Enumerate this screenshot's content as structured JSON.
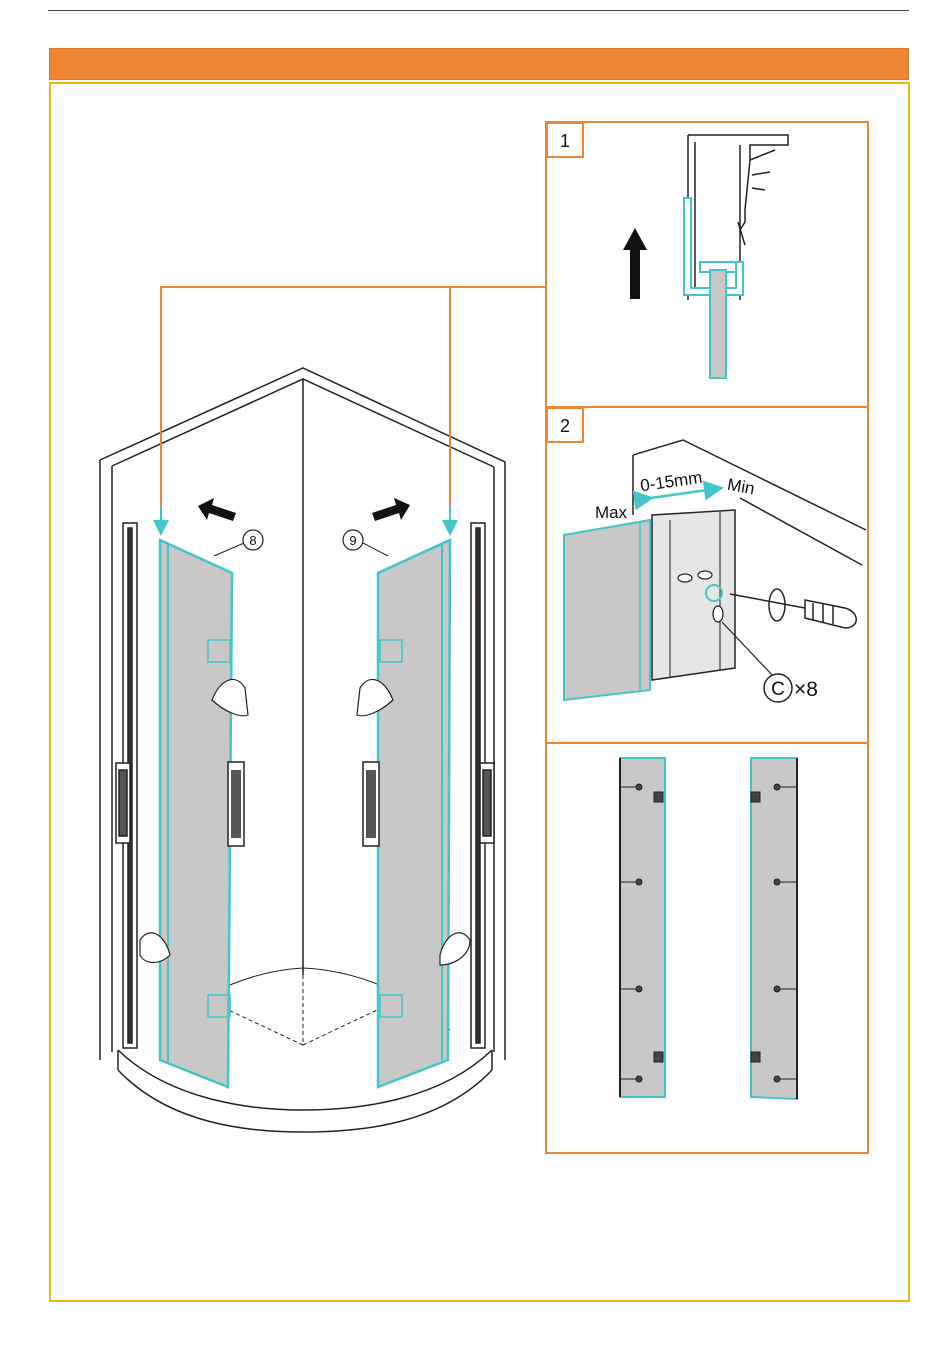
{
  "header": {
    "title": ""
  },
  "colors": {
    "accent": "#ee8533",
    "frame": "#f6b318",
    "glass": "#43c6c8",
    "glass_fill": "#c8c8c8"
  },
  "callouts": {
    "left_door": "8",
    "right_door": "9"
  },
  "steps": [
    {
      "number": "1"
    },
    {
      "number": "2",
      "label_max": "Max",
      "label_range": "0-15mm",
      "label_min": "Min",
      "screw_code": "C",
      "screw_qty": "×8"
    }
  ]
}
